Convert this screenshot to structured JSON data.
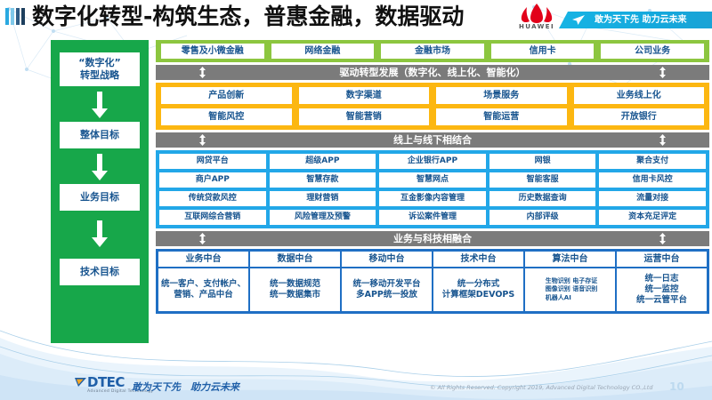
{
  "header": {
    "title": "数字化转型-构筑生态，普惠金融，数据驱动",
    "brand": "HUAWEI",
    "banner_text": "敢为天下先 助力云未来",
    "title_mark_icon": "blue-bars-icon",
    "plane_icon": "paper-plane-icon"
  },
  "sidebar": {
    "items": [
      {
        "label": "“数字化”\n转型战略"
      },
      {
        "label": "整体目标"
      },
      {
        "label": "业务目标"
      },
      {
        "label": "技术目标"
      }
    ],
    "arrow_icon": "down-arrow-icon",
    "bg_color": "#17A74A"
  },
  "business_lines": {
    "color": "#8CC63F",
    "items": [
      "零售及小微金融",
      "网络金融",
      "金融市场",
      "信用卡",
      "公司业务"
    ]
  },
  "divider_1": {
    "label": "驱动转型发展（数字化、线上化、智能化）",
    "color": "#7B7B7B",
    "arrow_icon": "up-down-arrow-icon"
  },
  "overall_goals": {
    "color": "#FCB711",
    "rows": [
      [
        "产品创新",
        "数字渠道",
        "场景服务",
        "业务线上化"
      ],
      [
        "智能风控",
        "智能营销",
        "智能运营",
        "开放银行"
      ]
    ]
  },
  "divider_2": {
    "label": "线上与线下相结合",
    "color": "#7B7B7B",
    "arrow_icon": "up-down-arrow-icon"
  },
  "business_goals": {
    "color": "#22A7E8",
    "rows": [
      [
        "网贷平台",
        "超级APP",
        "企业银行APP",
        "网银",
        "聚合支付"
      ],
      [
        "商户APP",
        "智慧存款",
        "智慧网点",
        "智能客服",
        "信用卡风控"
      ],
      [
        "传统贷款风控",
        "理财营销",
        "互金影像内容管理",
        "历史数据查询",
        "流量对接"
      ],
      [
        "互联网综合营销",
        "风险管理及预警",
        "诉讼案件管理",
        "内部评级",
        "资本充足评定"
      ]
    ]
  },
  "divider_3": {
    "label": "业务与科技相融合",
    "color": "#7B7B7B",
    "arrow_icon": "up-down-arrow-icon"
  },
  "tech_goals": {
    "color": "#1F6FC4",
    "columns": [
      {
        "head": "业务中台",
        "body": "统一客户、支付帐户、营销、产品中台",
        "tiny": false
      },
      {
        "head": "数据中台",
        "body": "统一数据规范\n统一数据集市",
        "tiny": false
      },
      {
        "head": "移动中台",
        "body": "统一移动开发平台\n多APP统一投放",
        "tiny": false
      },
      {
        "head": "技术中台",
        "body": "统一分布式\n计算框架DEVOPS",
        "tiny": false
      },
      {
        "head": "算法中台",
        "body": "生物识别 电子存证\n图像识别 语音识别\n机器人AI",
        "tiny": true
      },
      {
        "head": "运营中台",
        "body": "统一日志\n统一监控\n统一云管平台",
        "tiny": false
      }
    ]
  },
  "footer": {
    "logo_name": "DTEC",
    "logo_sub": "Advanced Digital Technology",
    "slogan": "敢为天下先　助力云未来",
    "copyright": "© All Rights Reserved. Copyright 2019, Advanced Digital Technology CO.,Ltd",
    "page_number": "10"
  }
}
